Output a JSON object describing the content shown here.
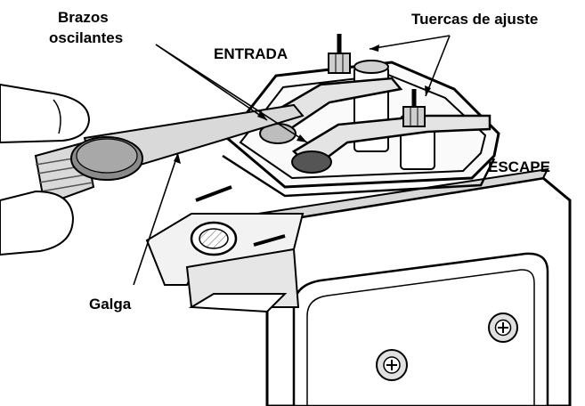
{
  "labels": {
    "rocker_arms": [
      "Brazos",
      "oscilantes"
    ],
    "adjust_nuts": "Tuercas de ajuste",
    "intake": "ENTRADA",
    "exhaust": "ESCAPE",
    "feeler_gauge": "Galga"
  }
}
